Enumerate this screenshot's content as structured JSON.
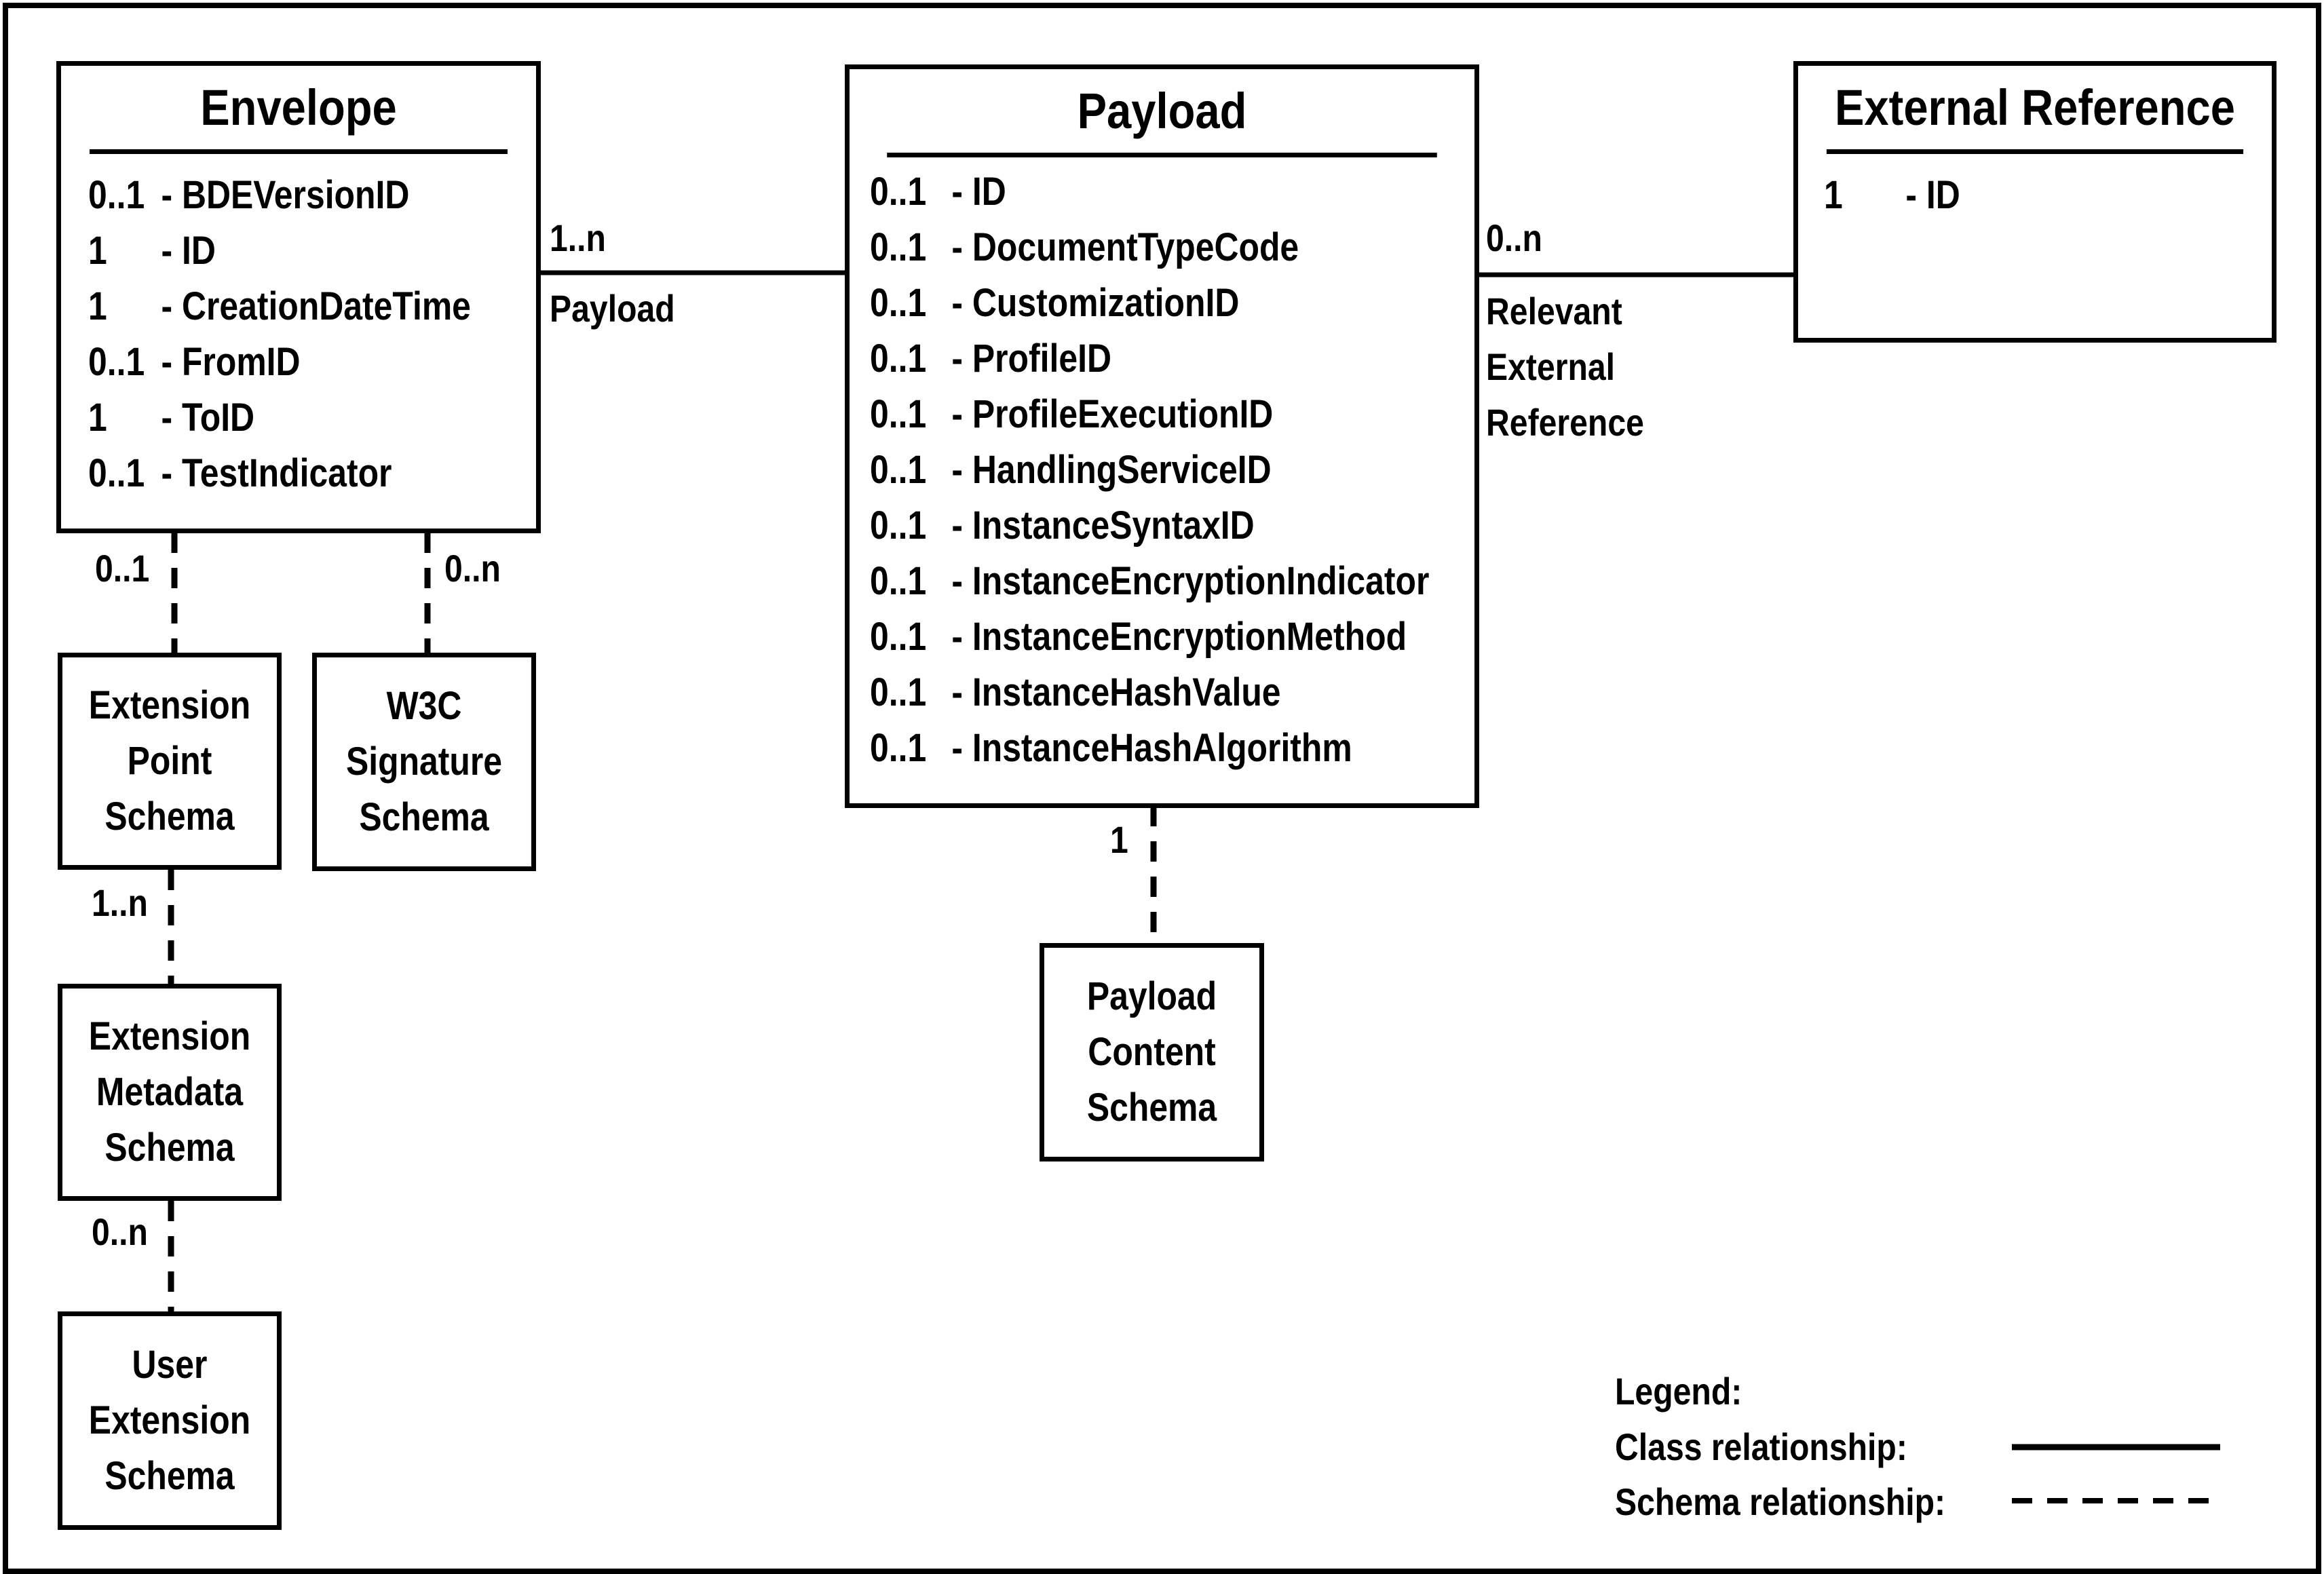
{
  "classes": {
    "envelope": {
      "title": "Envelope",
      "attributes": [
        {
          "mult": "0..1",
          "name": "- BDEVersionID"
        },
        {
          "mult": "1",
          "name": "- ID"
        },
        {
          "mult": "1",
          "name": "- CreationDateTime"
        },
        {
          "mult": "0..1",
          "name": "- FromID"
        },
        {
          "mult": "1",
          "name": "- ToID"
        },
        {
          "mult": "0..1",
          "name": "- TestIndicator"
        }
      ]
    },
    "payload": {
      "title": "Payload",
      "attributes": [
        {
          "mult": "0..1",
          "name": "- ID"
        },
        {
          "mult": "0..1",
          "name": "- DocumentTypeCode"
        },
        {
          "mult": "0..1",
          "name": "- CustomizationID"
        },
        {
          "mult": "0..1",
          "name": "- ProfileID"
        },
        {
          "mult": "0..1",
          "name": "- ProfileExecutionID"
        },
        {
          "mult": "0..1",
          "name": "- HandlingServiceID"
        },
        {
          "mult": "0..1",
          "name": "- InstanceSyntaxID"
        },
        {
          "mult": "0..1",
          "name": "- InstanceEncryptionIndicator"
        },
        {
          "mult": "0..1",
          "name": "- InstanceEncryptionMethod"
        },
        {
          "mult": "0..1",
          "name": "- InstanceHashValue"
        },
        {
          "mult": "0..1",
          "name": "- InstanceHashAlgorithm"
        }
      ]
    },
    "external_reference": {
      "title": "External Reference",
      "attributes": [
        {
          "mult": "1",
          "name": "- ID"
        }
      ]
    }
  },
  "schemas": {
    "extension_point": [
      "Extension",
      "Point",
      "Schema"
    ],
    "w3c_signature": [
      "W3C",
      "Signature",
      "Schema"
    ],
    "extension_metadata": [
      "Extension",
      "Metadata",
      "Schema"
    ],
    "user_extension": [
      "User",
      "Extension",
      "Schema"
    ],
    "payload_content": [
      "Payload",
      "Content",
      "Schema"
    ]
  },
  "relationships": {
    "envelope_payload": {
      "multiplicity": "1..n",
      "role": "Payload"
    },
    "payload_external": {
      "multiplicity": "0..n",
      "role": [
        "Relevant",
        "External",
        "Reference"
      ]
    },
    "envelope_extension_point": {
      "multiplicity": "0..1"
    },
    "envelope_w3c_signature": {
      "multiplicity": "0..n"
    },
    "extension_point_metadata": {
      "multiplicity": "1..n"
    },
    "extension_metadata_user": {
      "multiplicity": "0..n"
    },
    "payload_content_schema": {
      "multiplicity": "1"
    }
  },
  "legend": {
    "title": "Legend:",
    "class_relationship": "Class relationship:",
    "schema_relationship": "Schema relationship:"
  }
}
